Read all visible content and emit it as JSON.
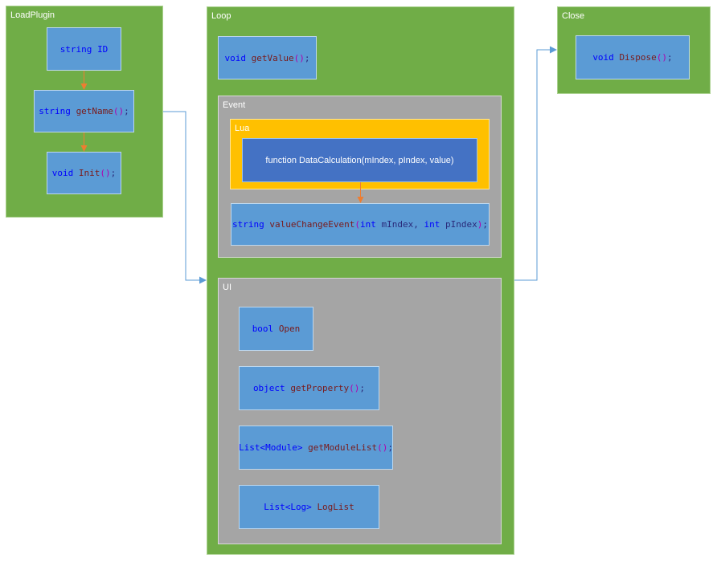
{
  "groups": {
    "load_plugin": "LoadPlugin",
    "loop": "Loop",
    "event": "Event",
    "lua": "Lua",
    "ui": "UI",
    "close": "Close"
  },
  "nodes": {
    "string_id": {
      "type": "string",
      "name": "ID"
    },
    "get_name": {
      "type": "string",
      "name": "getName",
      "parens": "()",
      "semi": ";"
    },
    "init": {
      "type": "void",
      "name": "Init",
      "parens": "()",
      "semi": ";"
    },
    "get_value": {
      "type": "void",
      "name": "getValue",
      "parens": "()",
      "semi": ";"
    },
    "data_calculation": {
      "text": "function DataCalculation(mIndex, pIndex, value)"
    },
    "value_change_event": {
      "type": "string",
      "name": "valueChangeEvent",
      "open": "(",
      "arg1_type": "int",
      "arg1": "mIndex,",
      "arg2_type": "int",
      "arg2": "pIndex",
      "close": ")",
      "semi": ";"
    },
    "bool_open": {
      "type": "bool",
      "name": "Open"
    },
    "get_property": {
      "type": "object",
      "name": "getProperty",
      "parens": "()",
      "semi": ";"
    },
    "get_module_list": {
      "type": "List<Module>",
      "name": "getModuleList",
      "parens": "()",
      "semi": ";"
    },
    "log_list": {
      "type": "List<Log>",
      "name": "LogList"
    },
    "dispose": {
      "type": "void",
      "name": "Dispose",
      "parens": "()",
      "semi": ";"
    }
  },
  "colors": {
    "group_green": "#70ad47",
    "group_gray": "#a5a5a5",
    "group_yellow": "#ffc000",
    "node_blue": "#5b9bd5",
    "node_dark_blue": "#4472c4",
    "arrow_orange": "#ed7d31",
    "arrow_blue": "#5b9bd5"
  }
}
